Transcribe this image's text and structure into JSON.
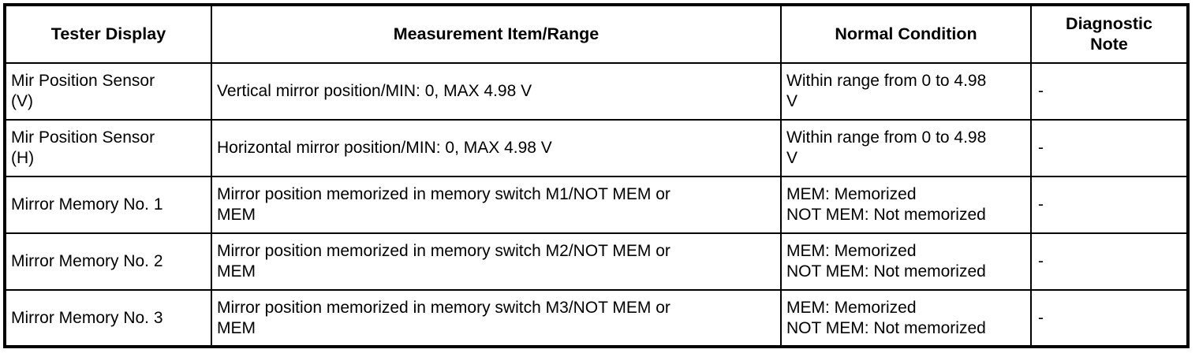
{
  "table": {
    "headers": [
      {
        "label": "Tester Display"
      },
      {
        "label": "Measurement Item/Range"
      },
      {
        "label": "Normal Condition"
      },
      {
        "label_line1": "Diagnostic",
        "label_line2": "Note"
      }
    ],
    "rows": [
      {
        "tester_display_line1": "Mir Position Sensor",
        "tester_display_line2": "(V)",
        "measurement_line1": "Vertical mirror position/MIN: 0, MAX 4.98 V",
        "measurement_line2": "",
        "normal_condition_line1": "Within range from 0 to 4.98",
        "normal_condition_line2": "V",
        "diagnostic_note": "-"
      },
      {
        "tester_display_line1": "Mir Position Sensor",
        "tester_display_line2": "(H)",
        "measurement_line1": "Horizontal mirror position/MIN: 0, MAX 4.98 V",
        "measurement_line2": "",
        "normal_condition_line1": "Within range from 0 to 4.98",
        "normal_condition_line2": "V",
        "diagnostic_note": "-"
      },
      {
        "tester_display_line1": "Mirror Memory No. 1",
        "tester_display_line2": "",
        "measurement_line1": "Mirror position memorized in memory switch M1/NOT MEM or",
        "measurement_line2": "MEM",
        "normal_condition_line1": "MEM: Memorized",
        "normal_condition_line2": "NOT MEM: Not memorized",
        "diagnostic_note": "-"
      },
      {
        "tester_display_line1": "Mirror Memory No. 2",
        "tester_display_line2": "",
        "measurement_line1": "Mirror position memorized in memory switch M2/NOT MEM or",
        "measurement_line2": "MEM",
        "normal_condition_line1": "MEM: Memorized",
        "normal_condition_line2": "NOT MEM: Not memorized",
        "diagnostic_note": "-"
      },
      {
        "tester_display_line1": "Mirror Memory No. 3",
        "tester_display_line2": "",
        "measurement_line1": "Mirror position memorized in memory switch M3/NOT MEM or",
        "measurement_line2": "MEM",
        "normal_condition_line1": "MEM: Memorized",
        "normal_condition_line2": "NOT MEM: Not memorized",
        "diagnostic_note": "-"
      }
    ]
  },
  "colors": {
    "border": "#000000",
    "background": "#ffffff",
    "text": "#000000"
  }
}
